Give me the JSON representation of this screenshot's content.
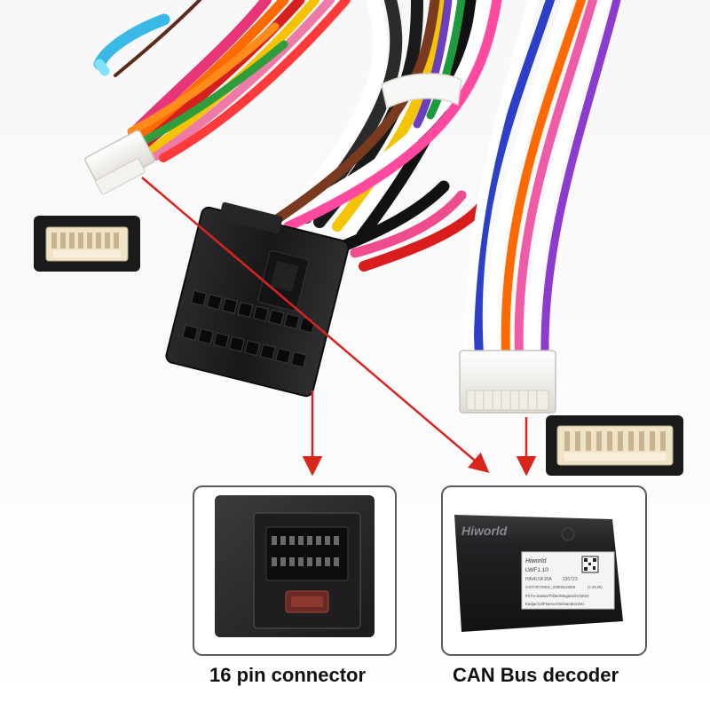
{
  "captions": {
    "left": "16 pin connector",
    "right": "CAN Bus decoder"
  },
  "decoder": {
    "brand": "Hiworld",
    "label_brand": "Hiworld",
    "label_model": "LWF1.10",
    "label_code": "HIN4LNF30A",
    "label_batch": "230723",
    "label_serial": "24073070601_2080910858",
    "label_extra": "(2.28.09)",
    "label_fit_line": "Fit for Duster/Triber/Megane/IV/2024",
    "label_models_line": "Kadjar/12/Fluence/16/Sandero/etc"
  },
  "colors": {
    "arrow": "#d8241c",
    "connector_black": "#1c1c1e",
    "connector_white": "#f2f0ea",
    "decoder_body": "#1d1d1f",
    "panel_border": "#5a5a5a"
  },
  "icons": {
    "arrow_down": "arrow-down-icon",
    "arrow_diagonal": "arrow-diagonal-icon"
  }
}
